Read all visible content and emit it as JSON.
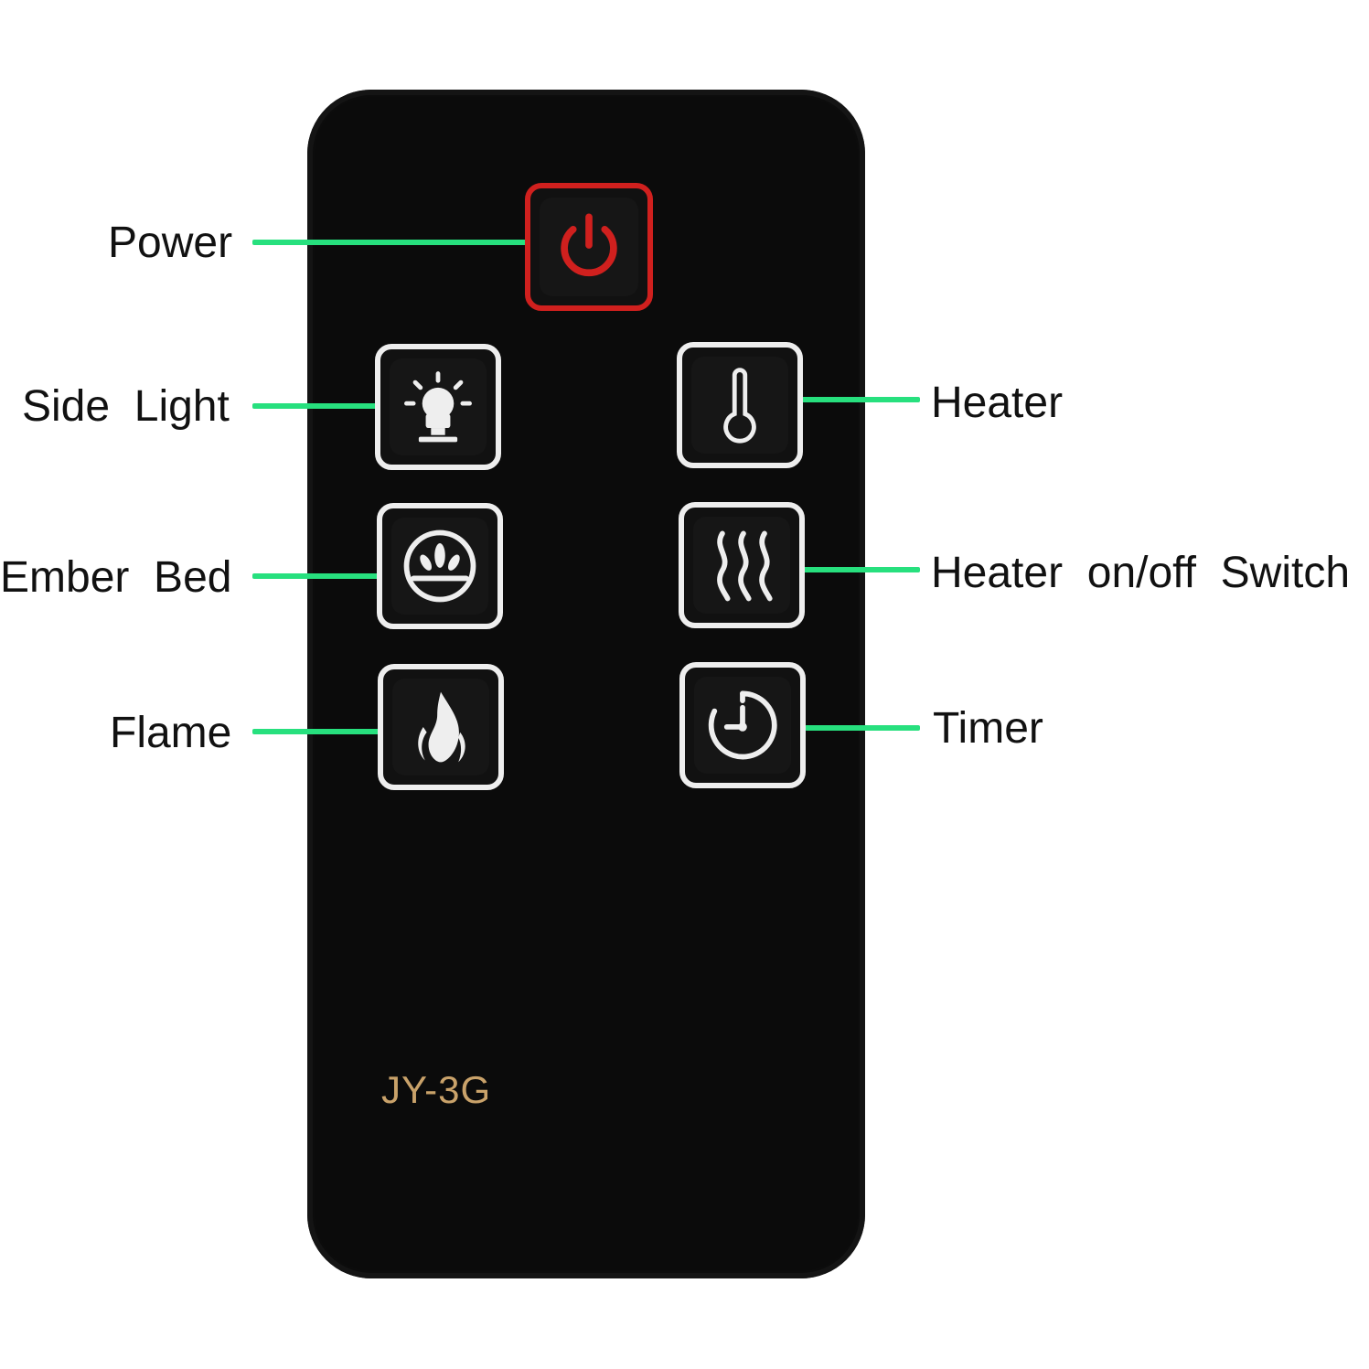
{
  "model": "JY-3G",
  "colors": {
    "leader": "#27e07e",
    "power_border": "#d0201e",
    "model_text": "#c9a26a",
    "button_border": "#eeeeee"
  },
  "buttons": {
    "power": {
      "label": "Power",
      "icon": "power-icon"
    },
    "side_light": {
      "label": "Side  Light",
      "icon": "light-bulb-icon"
    },
    "ember_bed": {
      "label": "Ember  Bed",
      "icon": "ember-bed-icon"
    },
    "flame": {
      "label": "Flame",
      "icon": "flame-icon"
    },
    "heater": {
      "label": "Heater",
      "icon": "thermometer-icon"
    },
    "heater_switch": {
      "label": "Heater  on/off  Switch",
      "icon": "heat-waves-icon"
    },
    "timer": {
      "label": "Timer",
      "icon": "timer-icon"
    }
  }
}
